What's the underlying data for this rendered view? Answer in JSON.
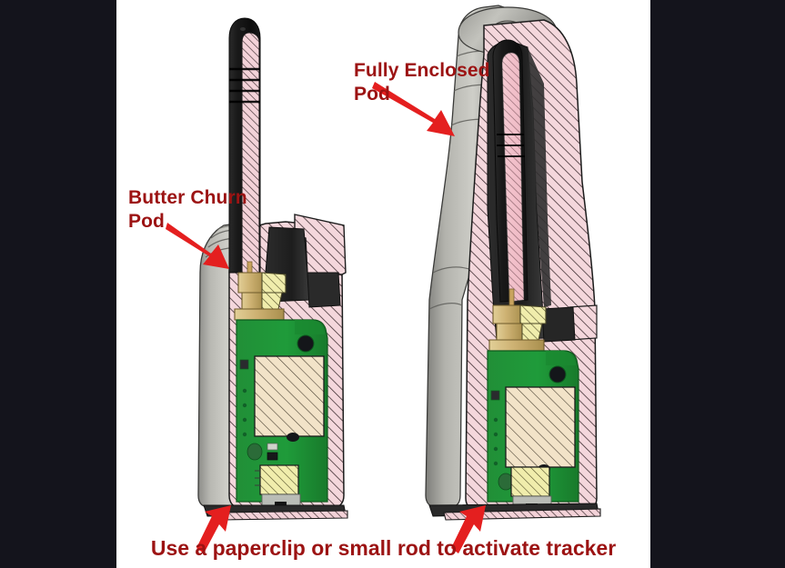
{
  "figure": {
    "kind": "cad-cross-section-diagram",
    "background_color": "#ffffff",
    "letterbox_color": "#14141c",
    "annotation_color": "#9c1313",
    "arrow_color": "#e41f1f"
  },
  "labels": {
    "butter_churn_pod": "Butter Churn\nPod",
    "butter_churn_pod_line1": "Butter Churn",
    "butter_churn_pod_line2": "Pod",
    "fully_enclosed_pod_line1": "Fully Enclosed",
    "fully_enclosed_pod_line2": "Pod"
  },
  "caption": {
    "text": "Use a paperclip or small rod to activate tracker"
  },
  "devices": [
    {
      "name": "butter-churn-pod",
      "position": "left",
      "description": "Sectioned tracker pod with external black antenna and ridged gray neck",
      "has_external_antenna": true,
      "has_lanyard_hole": false
    },
    {
      "name": "fully-enclosed-pod",
      "position": "right",
      "description": "Sectioned tracker pod with antenna fully enclosed inside tapered gray shell",
      "has_external_antenna": false,
      "has_lanyard_hole": true
    }
  ],
  "materials": {
    "housing_hatch_fill": "#f4d7dc",
    "housing_hatch_line": "#3a2a2e",
    "shell_gray_light": "#c9c9c4",
    "shell_gray_mid": "#9b9b96",
    "shell_gray_dark": "#6d6d69",
    "pcb_green": "#1f9437",
    "pcb_green_dark": "#15782a",
    "battery_cream": "#f0e0c4",
    "brass_gold": "#d3bb7a",
    "brass_gold_dark": "#b89a52",
    "component_yellow": "#efedb0",
    "antenna_black": "#141414",
    "antenna_core_pink": "#f0aebb"
  },
  "arrows": [
    {
      "name": "arrow-butter-churn",
      "points_to": "left pod neck",
      "direction": "down-right"
    },
    {
      "name": "arrow-fully-enclosed",
      "points_to": "right pod shell",
      "direction": "down-right"
    },
    {
      "name": "arrow-activate-left",
      "points_to": "left pod base slot",
      "direction": "up-right"
    },
    {
      "name": "arrow-activate-right",
      "points_to": "right pod base slot",
      "direction": "up-right"
    }
  ]
}
